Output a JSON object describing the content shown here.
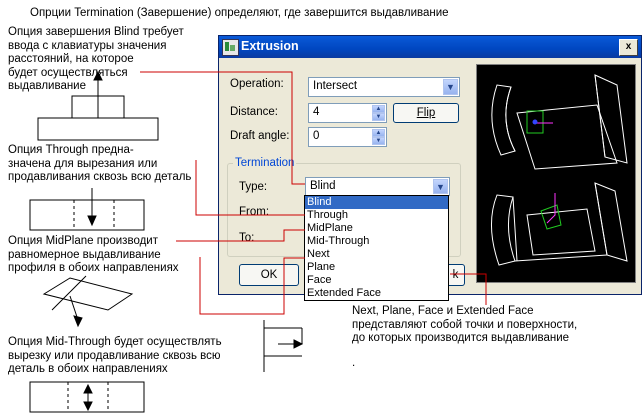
{
  "annotations": {
    "top": "Опрции Termination (Завершение) определяют, где завершится выдавливание",
    "blind": [
      "Опция завершения Blind требует",
      "ввода с клавиатуры значения",
      "расстояний, на которое",
      "будет осуществляться",
      "выдавливание"
    ],
    "through": [
      "Опция Through предна-",
      "значена для вырезания или",
      "продавливания сквозь всю деталь"
    ],
    "midplane": [
      "Опция MidPlane производит",
      "равномерное выдавливание",
      "профиля в обоих направлениях"
    ],
    "midthrough": [
      "Опция Mid-Through  будет осуществлять",
      "вырезку или продавливание сквозь всю",
      "деталь в обоих направлениях"
    ],
    "next": [
      "Next, Plane, Face и Extended Face",
      "представляют собой точки и поверхности,",
      "до которых производится выдавливание"
    ],
    "dot": "."
  },
  "dialog": {
    "title": "Extrusion",
    "close": "x",
    "operation_label": "Operation:",
    "operation_value": "Intersect",
    "distance_label": "Distance:",
    "distance_value": "4",
    "flip_label": "Flip",
    "draft_label": "Draft angle:",
    "draft_value": "0",
    "termination_label": "Termination",
    "type_label": "Type:",
    "type_value": "Blind",
    "from_label": "From:",
    "to_label": "To:",
    "ok_label": "OK",
    "cancel_fragment": "k",
    "dropdown_options": [
      "Blind",
      "Through",
      "MidPlane",
      "Mid-Through",
      "Next",
      "Plane",
      "Face",
      "Extended Face"
    ],
    "selected_option": "Blind"
  },
  "colors": {
    "title_blue": "#0046c0",
    "selection": "#316ac5",
    "callout_line": "#cc0000",
    "preview_bg": "#000000"
  }
}
